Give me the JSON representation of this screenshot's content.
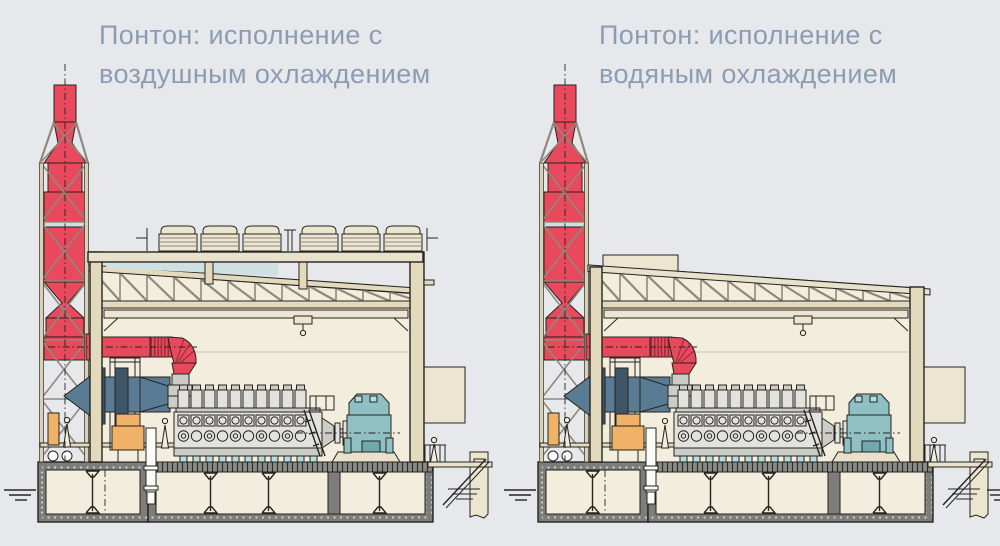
{
  "panels": [
    {
      "name": "air-cooled-pontoon",
      "caption_line1": "Понтон: исполнение с",
      "caption_line2": "воздушным охлаждением",
      "features": {
        "roof_radiators": true,
        "rooftop_box": false
      }
    },
    {
      "name": "water-cooled-pontoon",
      "caption_line1": "Понтон: исполнение с",
      "caption_line2": "водяным охлаждением",
      "features": {
        "roof_radiators": false,
        "rooftop_box": true
      }
    }
  ],
  "colors": {
    "background": "#e6e8ec",
    "caption_text": "#8d9cb2",
    "stack_red": "#e8495c",
    "corrugation_red": "#8c2433",
    "duct_blue": "#5a7b94",
    "duct_blue_dark": "#3e5668",
    "generator_teal": "#8fc0c3",
    "generator_teal_dark": "#6fa9ad",
    "pad_teal": "#b5dcdf",
    "structure_beige": "#e3dabe",
    "platform_beige": "#e8e1cb",
    "wall_cream": "#f2eddc",
    "panel_cream": "#ece5d0",
    "truss_gray": "#8f897b",
    "pontoon_gray": "#7d7d7b",
    "engine_gray": "#e2e2de",
    "engine_gray_dark": "#cdcdc8",
    "orange_crate": "#f0b168",
    "outline": "#26241f",
    "glazing": "#cfe0e2"
  }
}
